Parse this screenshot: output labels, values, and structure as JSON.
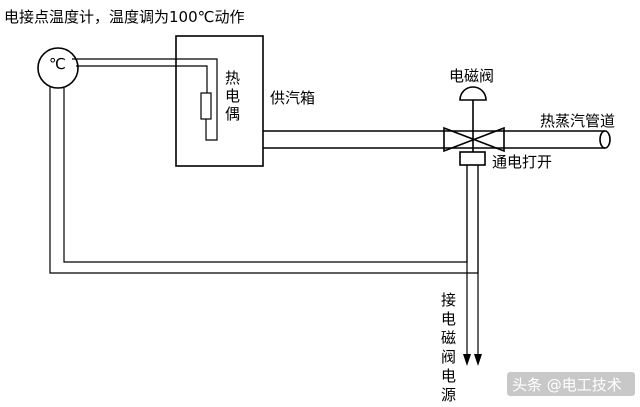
{
  "title": "电接点温度计，温度调为100℃动作",
  "thermometer_symbol": "℃",
  "labels": {
    "thermocouple": "热电偶",
    "supply_box": "供汽箱",
    "solenoid_valve": "电磁阀",
    "steam_pipe": "热蒸汽管道",
    "power_on_open": "通电打开",
    "valve_power": "接电磁阀电源"
  },
  "watermark": "头条 @电工技术"
}
